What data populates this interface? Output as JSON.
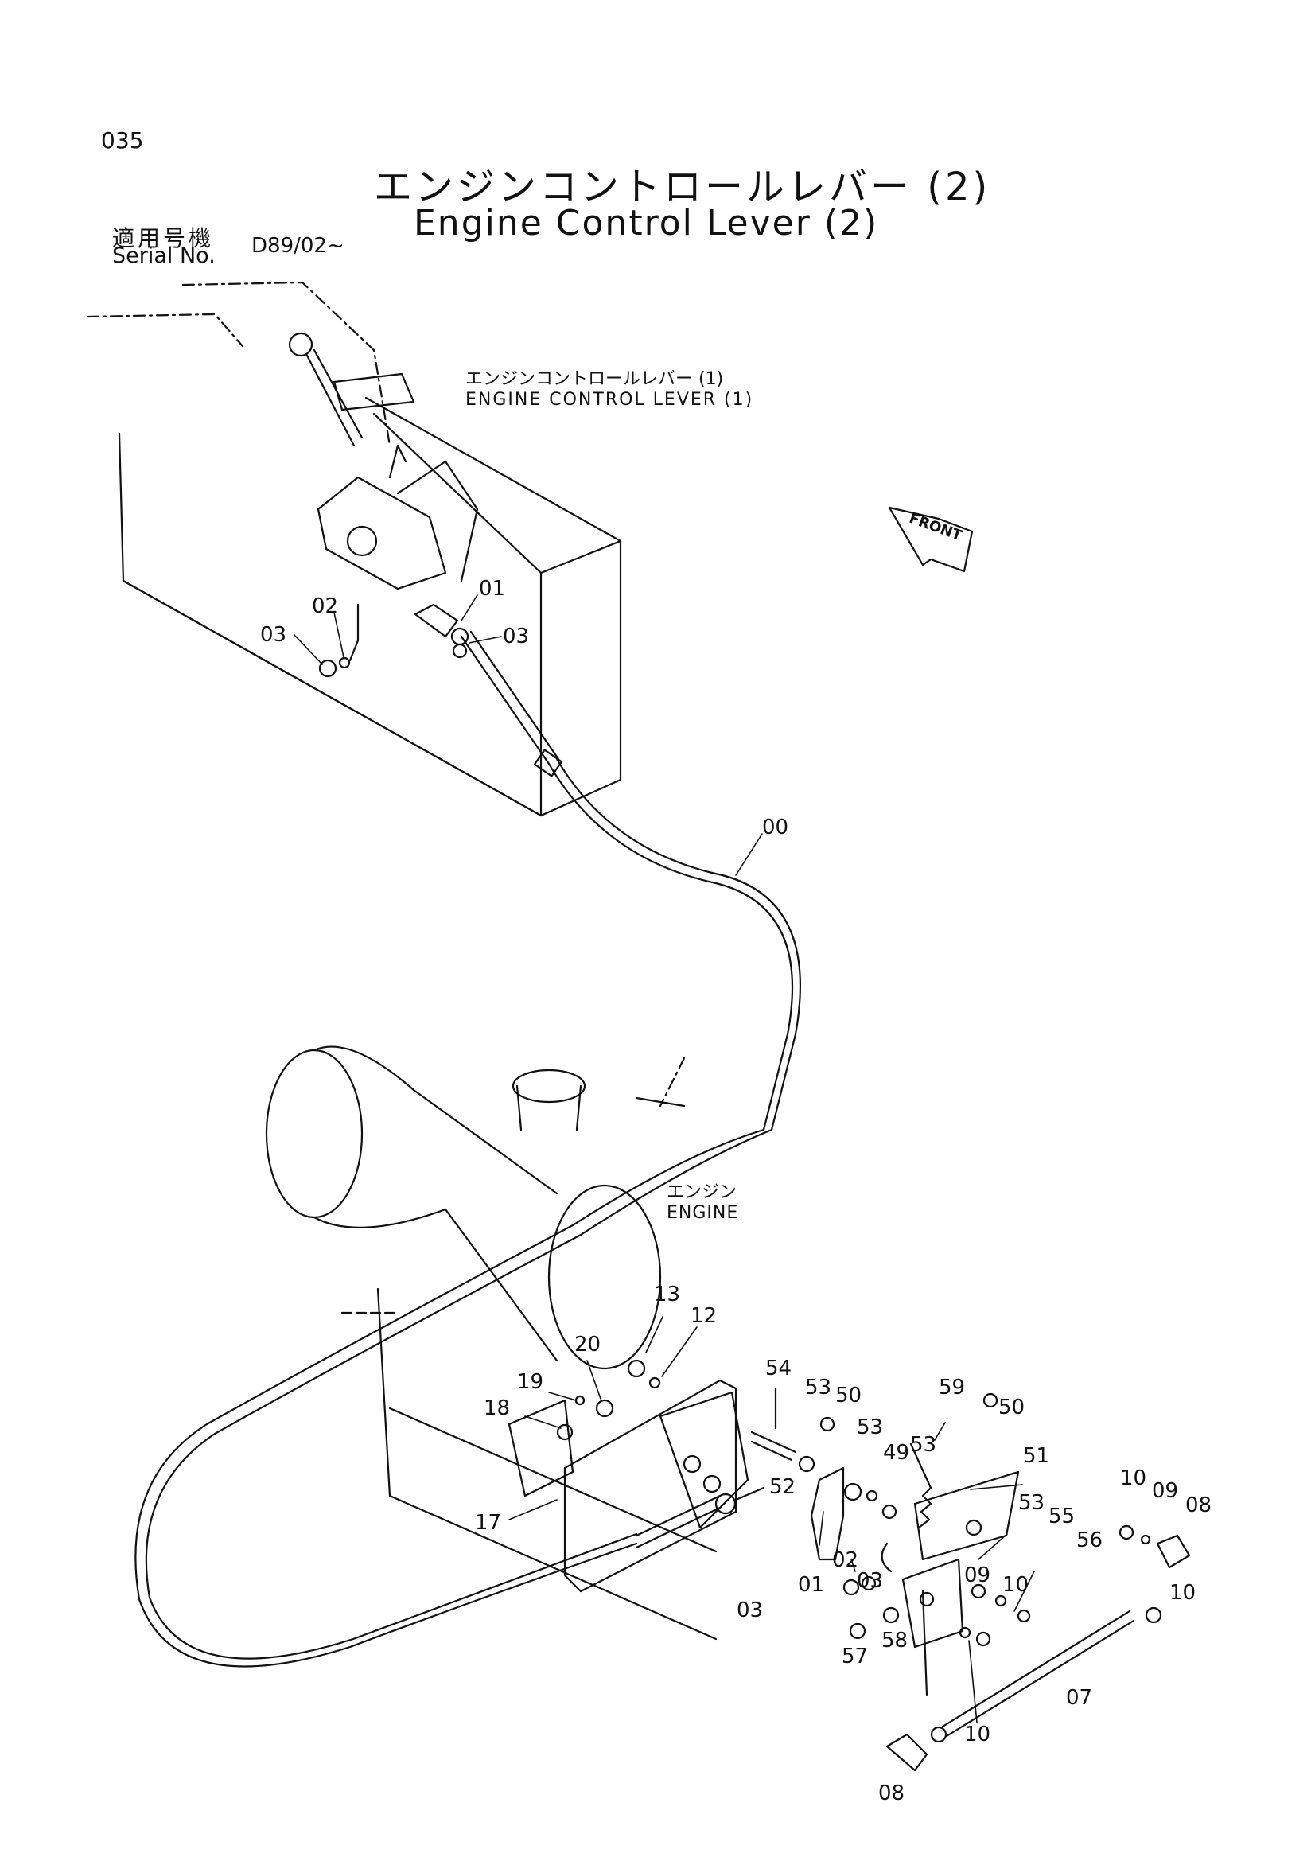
{
  "page_number": "035",
  "title": {
    "jp": "エンジンコントロールレバー (2)",
    "en": "Engine Control Lever (2)"
  },
  "serial": {
    "label_jp": "適用号機",
    "label_en": "Serial No.",
    "value": "D89/02~"
  },
  "notes": {
    "lever1_jp": "エンジンコントロールレバー (1)",
    "lever1_en": "ENGINE CONTROL LEVER (1)",
    "engine_jp": "エンジン",
    "engine_en": "ENGINE",
    "front": "FRONT"
  },
  "callouts": [
    {
      "id": "c01a",
      "text": "01"
    },
    {
      "id": "c02a",
      "text": "02"
    },
    {
      "id": "c03a",
      "text": "03"
    },
    {
      "id": "c03b",
      "text": "03"
    },
    {
      "id": "c00",
      "text": "00"
    },
    {
      "id": "c13",
      "text": "13"
    },
    {
      "id": "c12",
      "text": "12"
    },
    {
      "id": "c20",
      "text": "20"
    },
    {
      "id": "c19",
      "text": "19"
    },
    {
      "id": "c18",
      "text": "18"
    },
    {
      "id": "c17",
      "text": "17"
    },
    {
      "id": "c54",
      "text": "54"
    },
    {
      "id": "c53a",
      "text": "53"
    },
    {
      "id": "c50a",
      "text": "50"
    },
    {
      "id": "c53b",
      "text": "53"
    },
    {
      "id": "c49",
      "text": "49"
    },
    {
      "id": "c53c",
      "text": "53"
    },
    {
      "id": "c59",
      "text": "59"
    },
    {
      "id": "c50b",
      "text": "50"
    },
    {
      "id": "c51",
      "text": "51"
    },
    {
      "id": "c52",
      "text": "52"
    },
    {
      "id": "c53d",
      "text": "53"
    },
    {
      "id": "c55",
      "text": "55"
    },
    {
      "id": "c56",
      "text": "56"
    },
    {
      "id": "c10a",
      "text": "10"
    },
    {
      "id": "c09a",
      "text": "09"
    },
    {
      "id": "c08a",
      "text": "08"
    },
    {
      "id": "c10b",
      "text": "10"
    },
    {
      "id": "c03c",
      "text": "03"
    },
    {
      "id": "c01b",
      "text": "01"
    },
    {
      "id": "c02b",
      "text": "02"
    },
    {
      "id": "c03d",
      "text": "03"
    },
    {
      "id": "c09b",
      "text": "09"
    },
    {
      "id": "c10c",
      "text": "10"
    },
    {
      "id": "c57",
      "text": "57"
    },
    {
      "id": "c58",
      "text": "58"
    },
    {
      "id": "c07",
      "text": "07"
    },
    {
      "id": "c10d",
      "text": "10"
    },
    {
      "id": "c08b",
      "text": "08"
    }
  ]
}
